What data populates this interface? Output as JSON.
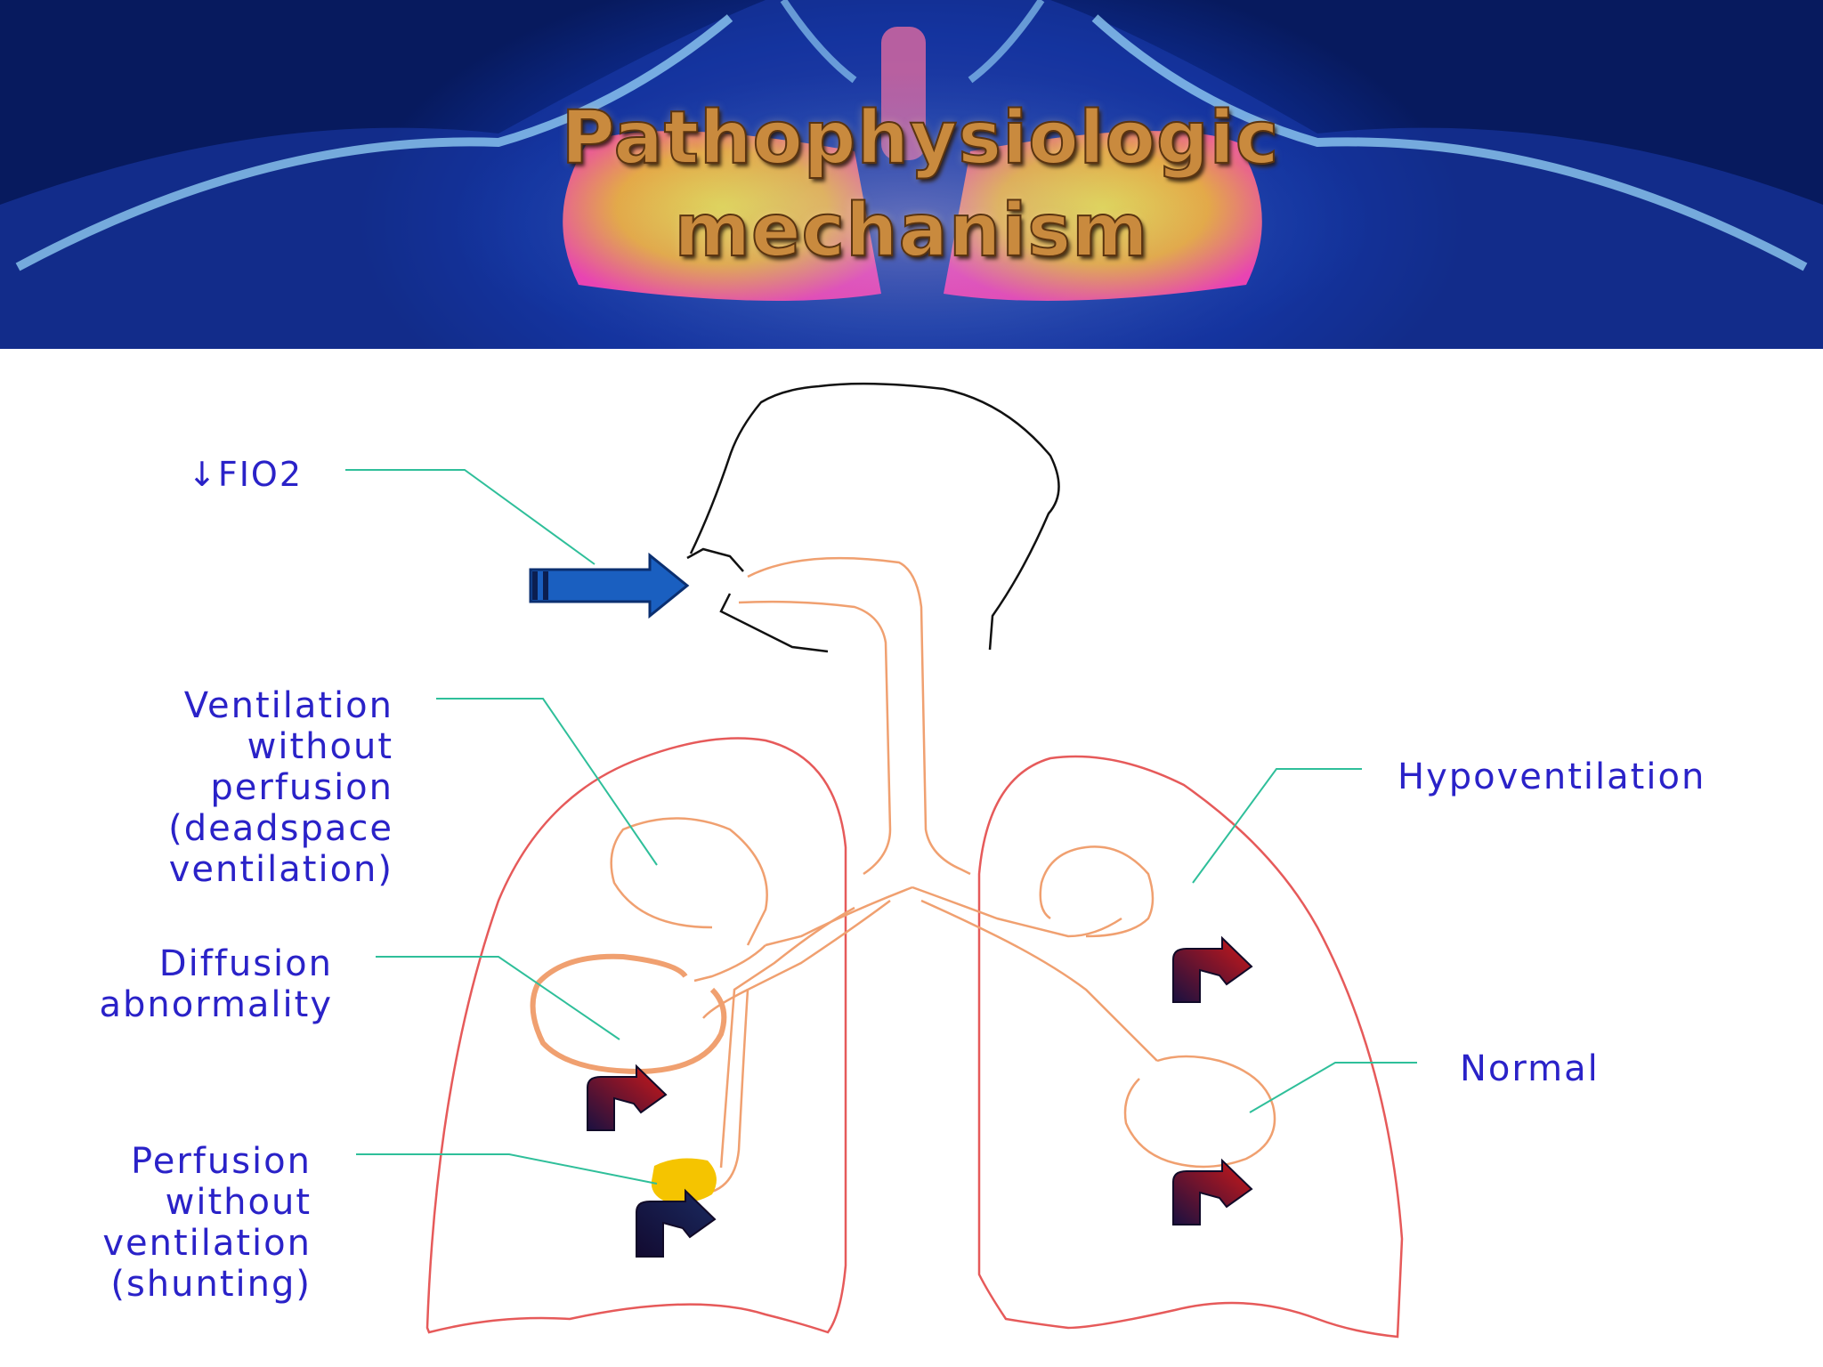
{
  "banner": {
    "title_line1": "Pathophysiologic",
    "title_line2": "mechanism"
  },
  "labels": {
    "fio2": "↓FIO2",
    "ventilation_without_perfusion": [
      "Ventilation",
      "without",
      "perfusion",
      "(deadspace",
      "ventilation)"
    ],
    "diffusion_abnormality": [
      "Diffusion",
      "abnormality"
    ],
    "perfusion_without_ventilation": [
      "Perfusion",
      "without",
      "ventilation",
      "(shunting)"
    ],
    "hypoventilation": "Hypoventilation",
    "normal": "Normal"
  },
  "colors": {
    "label_text": "#2a22c8",
    "leader_line": "#2fbf9a",
    "lung_outline": "#e65a5a",
    "airway": "#f0a070",
    "inflow_arrow": "#1a5fc0",
    "shunt_blob": "#f5c400",
    "arrow_dark": "#1a1040",
    "arrow_red": "#c02020"
  }
}
